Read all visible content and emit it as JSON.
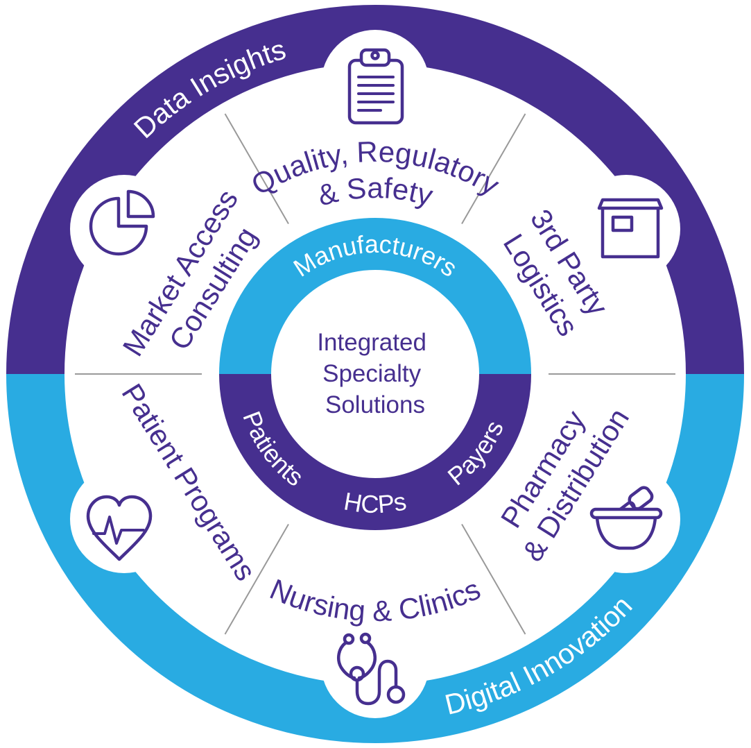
{
  "center": {
    "line1": "Integrated",
    "line2": "Specialty",
    "line3": "Solutions"
  },
  "inner_ring": {
    "manufacturers": "Manufacturers",
    "patients": "Patients",
    "hcps": "HCPs",
    "payers": "Payers"
  },
  "outer_ring": {
    "data_insights": "Data Insights",
    "digital_innovation": "Digital Innovation"
  },
  "segments": {
    "quality": {
      "line1": "Quality, Regulatory",
      "line2": "& Safety",
      "icon": "clipboard-icon"
    },
    "logistics": {
      "line1": "3rd Party",
      "line2": "Logistics",
      "icon": "package-box-icon"
    },
    "pharmacy": {
      "line1": "Pharmacy",
      "line2": "& Distribution",
      "icon": "mortar-pestle-icon"
    },
    "nursing": {
      "line1": "Nursing & Clinics",
      "icon": "stethoscope-icon"
    },
    "patient_programs": {
      "line1": "Patient Programs",
      "icon": "heart-pulse-icon"
    },
    "market_access": {
      "line1": "Market Access",
      "line2": "Consulting",
      "icon": "pie-chart-icon"
    }
  },
  "colors": {
    "purple": "#462F8F",
    "cyan": "#29ABE2",
    "white": "#FFFFFF",
    "divider_gray": "#999999"
  }
}
